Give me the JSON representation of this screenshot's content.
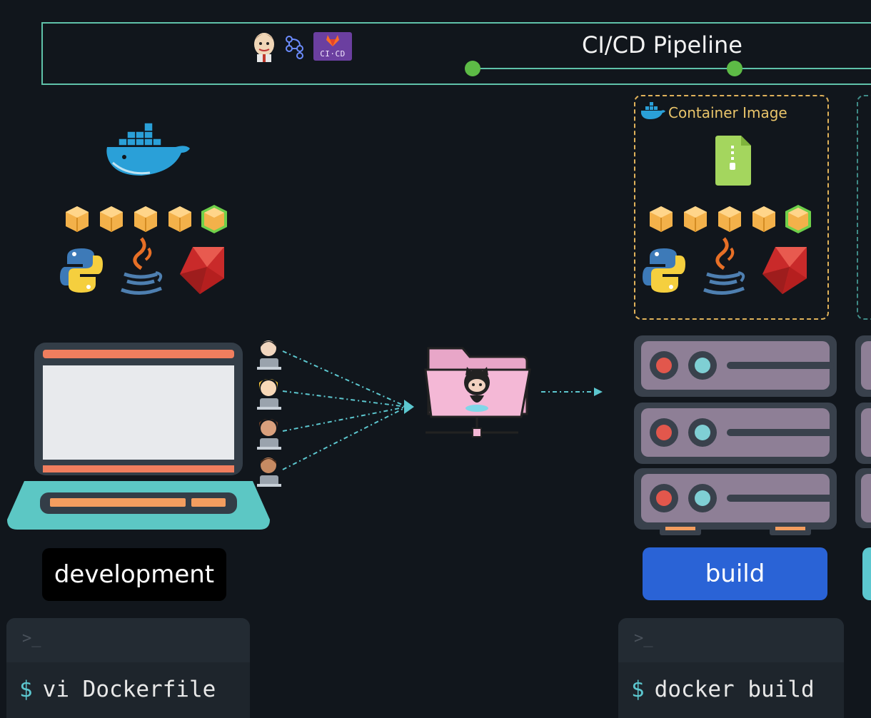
{
  "pipeline": {
    "title": "CI/CD Pipeline",
    "tool_icons": [
      "jenkins-icon",
      "pipeline-icon",
      "gitlab-ci-cd-icon"
    ],
    "gitlab_badge_text": "CI·CD",
    "accent_color": "#5fc2a9"
  },
  "development": {
    "label": "development",
    "languages": [
      "python-icon",
      "java-icon",
      "ruby-icon"
    ],
    "package_count": 5,
    "developers": [
      "developer-1",
      "developer-2",
      "developer-3",
      "developer-4"
    ]
  },
  "repository": {
    "icon": "github-folder-icon"
  },
  "build": {
    "label": "build",
    "label_color": "#2a63d6",
    "container_image": {
      "label": "Container Image",
      "border_color": "#e0b25a"
    },
    "server_units": 3
  },
  "terminals": {
    "dev": {
      "prompt_icon": ">_",
      "dollar": "$",
      "command": "vi Dockerfile"
    },
    "build": {
      "prompt_icon": ">_",
      "dollar": "$",
      "command": "docker build"
    }
  }
}
